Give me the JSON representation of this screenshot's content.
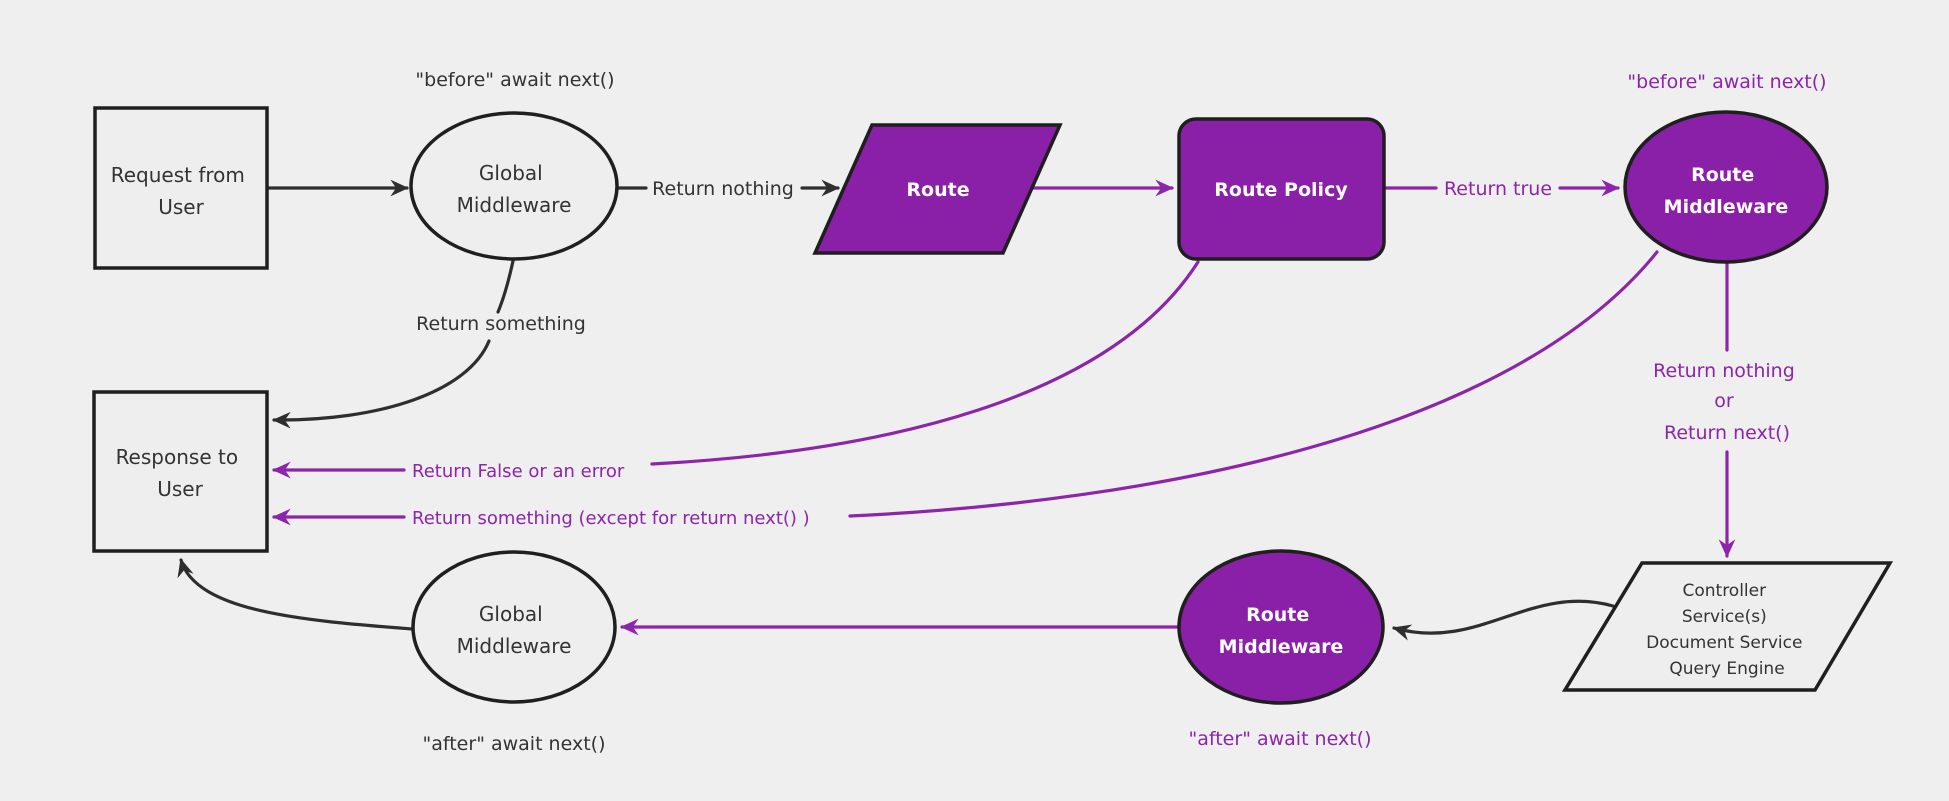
{
  "diagram": {
    "background_color": "#efefef",
    "colors": {
      "purple_fill": "#8a1fa8",
      "purple_line": "#8c25a9",
      "dark_line": "#2e2e2e",
      "dark_text": "#333333",
      "light_node_fill": "#eeeeee",
      "node_border": "#1f1f1f",
      "white_text": "#ffffff"
    },
    "nodes": {
      "request_from_user": {
        "shape": "rectangle",
        "line1": "Request from",
        "line2": "User"
      },
      "global_middleware_top": {
        "shape": "ellipse",
        "line1": "Global",
        "line2": "Middleware"
      },
      "route": {
        "shape": "parallelogram",
        "label": "Route"
      },
      "route_policy": {
        "shape": "rounded-rectangle",
        "label": "Route Policy"
      },
      "route_middleware_top": {
        "shape": "ellipse",
        "line1": "Route",
        "line2": "Middleware"
      },
      "controller_stack": {
        "shape": "parallelogram",
        "line1": "Controller",
        "line2": "Service(s)",
        "line3": "Document Service",
        "line4": "Query Engine"
      },
      "route_middleware_bottom": {
        "shape": "ellipse",
        "line1": "Route",
        "line2": "Middleware"
      },
      "global_middleware_bottom": {
        "shape": "ellipse",
        "line1": "Global",
        "line2": "Middleware"
      },
      "response_to_user": {
        "shape": "rectangle",
        "line1": "Response to",
        "line2": "User"
      }
    },
    "edge_labels": {
      "before_await_top_left": "\"before\" await next()",
      "return_nothing": "Return nothing",
      "return_something": "Return something",
      "return_true": "Return true",
      "before_await_top_right": "\"before\" await next()",
      "return_nothing_or_l1": "Return nothing",
      "return_nothing_or_l2": "or",
      "return_nothing_or_l3": "Return next()",
      "return_false_or_error": "Return False or an error",
      "return_something_except": "Return something (except for return next() )",
      "after_await_bottom_left": "\"after\" await next()",
      "after_await_bottom_right": "\"after\" await next()"
    }
  }
}
